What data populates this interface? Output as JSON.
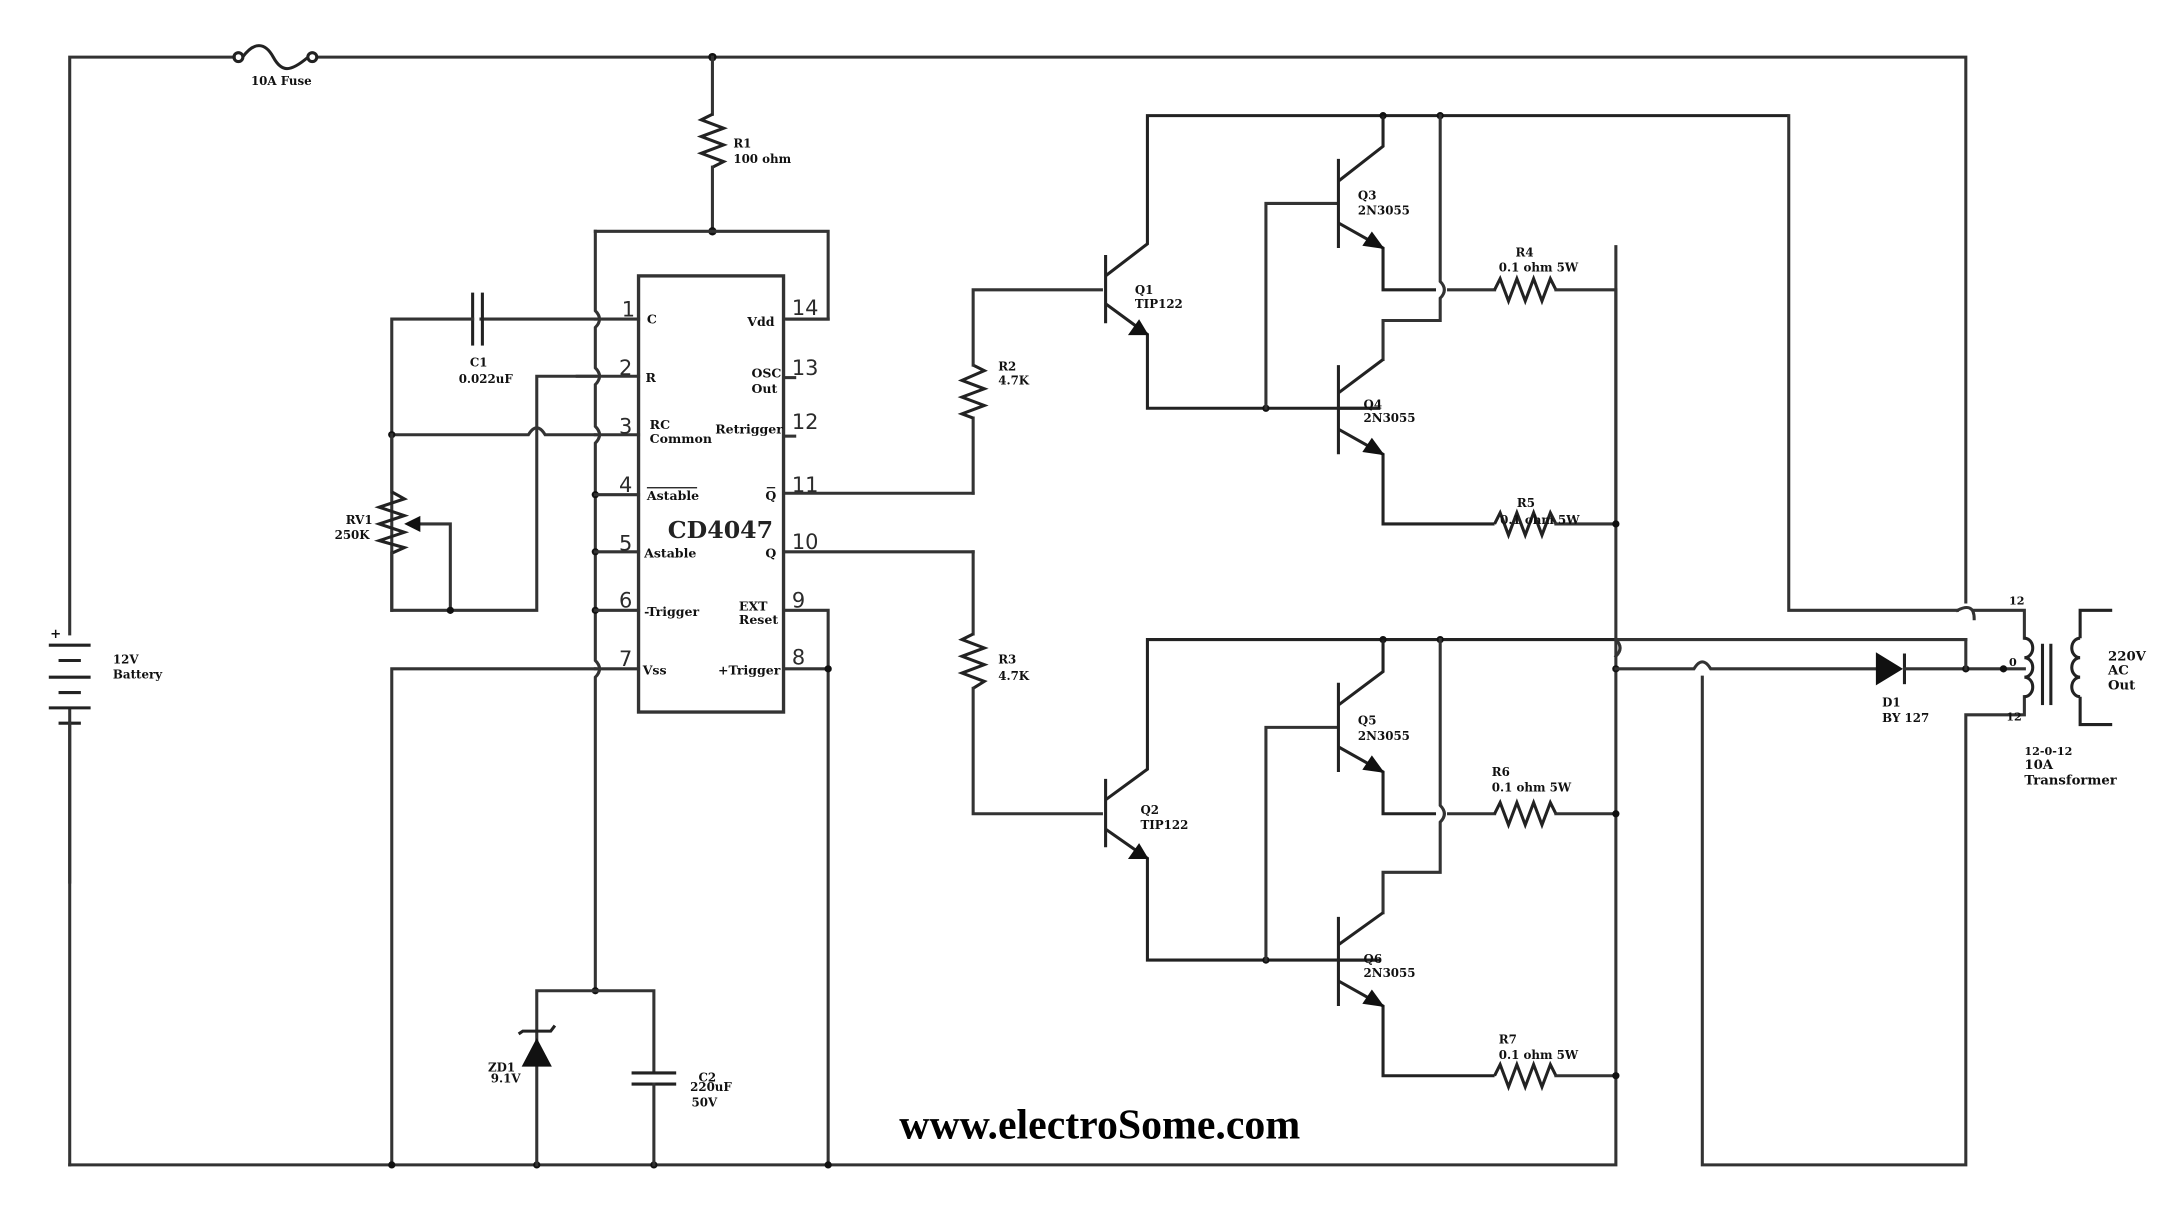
{
  "title": "12V to 220V Inverter Circuit using CD4047",
  "watermark": "www.electroSome.com",
  "ic": {
    "name": "CD4047",
    "pins_left": [
      {
        "num": "1",
        "label": "C"
      },
      {
        "num": "2",
        "label": "R"
      },
      {
        "num": "3",
        "label": "RC",
        "label2": "Common"
      },
      {
        "num": "4",
        "label": "Astable",
        "overbar": true
      },
      {
        "num": "5",
        "label": "Astable"
      },
      {
        "num": "6",
        "label": "-Trigger"
      },
      {
        "num": "7",
        "label": "Vss"
      }
    ],
    "pins_right": [
      {
        "num": "14",
        "label": "Vdd"
      },
      {
        "num": "13",
        "label": "OSC",
        "label2": "Out"
      },
      {
        "num": "12",
        "label": "Retrigger"
      },
      {
        "num": "11",
        "label": "Q",
        "overbar": true
      },
      {
        "num": "10",
        "label": "Q"
      },
      {
        "num": "9",
        "label": "EXT",
        "label2": "Reset"
      },
      {
        "num": "8",
        "label": "+Trigger"
      }
    ]
  },
  "components": {
    "fuse": {
      "label": "10A Fuse"
    },
    "battery": {
      "value": "12V",
      "label": "Battery",
      "polarity": "+"
    },
    "r1": {
      "ref": "R1",
      "value": "100 ohm"
    },
    "c1": {
      "ref": "C1",
      "value": "0.022uF"
    },
    "rv1": {
      "ref": "RV1",
      "value": "250K"
    },
    "zd1": {
      "ref": "ZD1",
      "value": "9.1V"
    },
    "c2": {
      "ref": "C2",
      "value": "220uF",
      "rating": "50V"
    },
    "r2": {
      "ref": "R2",
      "value": "4.7K"
    },
    "r3": {
      "ref": "R3",
      "value": "4.7K"
    },
    "q1": {
      "ref": "Q1",
      "part": "TIP122"
    },
    "q2": {
      "ref": "Q2",
      "part": "TIP122"
    },
    "q3": {
      "ref": "Q3",
      "part": "2N3055"
    },
    "q4": {
      "ref": "Q4",
      "part": "2N3055"
    },
    "q5": {
      "ref": "Q5",
      "part": "2N3055"
    },
    "q6": {
      "ref": "Q6",
      "part": "2N3055"
    },
    "r4": {
      "ref": "R4",
      "value": "0.1 ohm 5W"
    },
    "r5": {
      "ref": "R5",
      "value": "0.1 ohm 5W"
    },
    "r6": {
      "ref": "R6",
      "value": "0.1 ohm 5W"
    },
    "r7": {
      "ref": "R7",
      "value": "0.1 ohm 5W"
    },
    "d1": {
      "ref": "D1",
      "part": "BY 127"
    },
    "transformer": {
      "tap_top": "12",
      "tap_center": "0",
      "tap_bottom": "12",
      "rating": "12-0-12",
      "current": "10A",
      "label": "Transformer",
      "output_line1": "220V",
      "output_line2": "AC",
      "output_line3": "Out"
    }
  }
}
